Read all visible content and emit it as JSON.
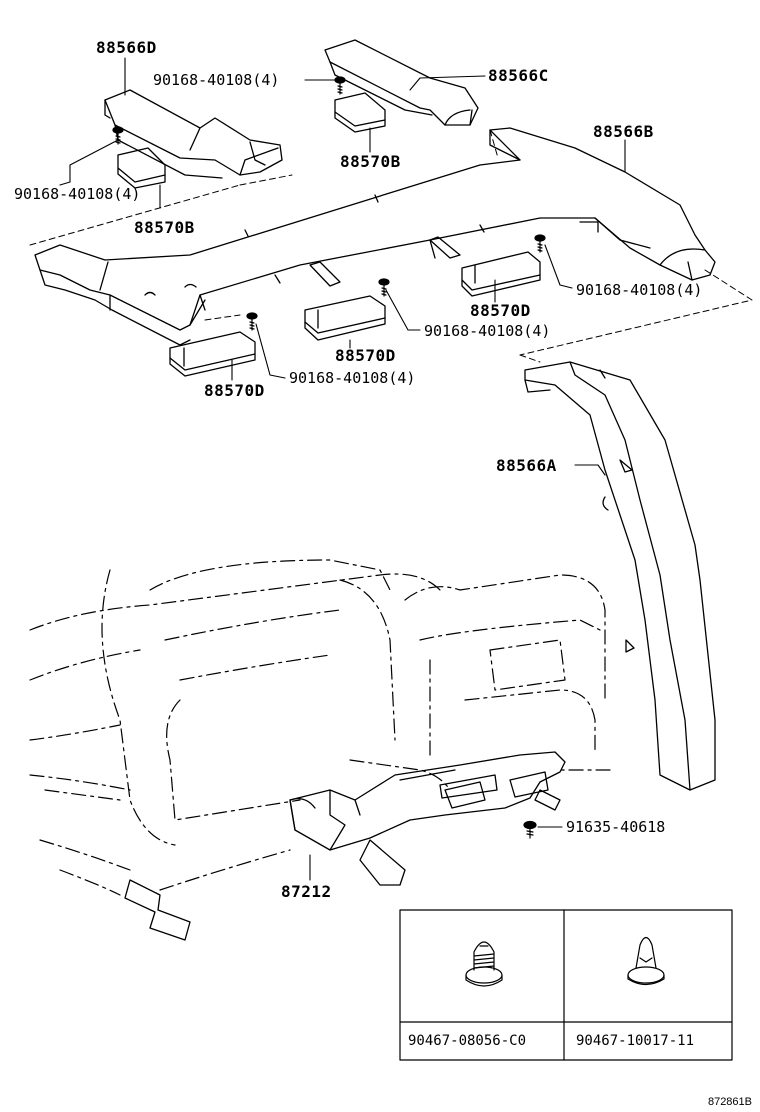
{
  "parts": {
    "p88566D": "88566D",
    "p88566C": "88566C",
    "p88566B": "88566B",
    "p88566A": "88566A",
    "p88570B_top": "88570B",
    "p88570B_left": "88570B",
    "p88570D_right": "88570D",
    "p88570D_mid": "88570D",
    "p88570D_left": "88570D",
    "p87212": "87212",
    "p91635": "91635-40618"
  },
  "screws": {
    "s_top": "90168-40108(4)",
    "s_left": "90168-40108(4)",
    "s_right": "90168-40108(4)",
    "s_mid": "90168-40108(4)",
    "s_low": "90168-40108(4)"
  },
  "table": {
    "clip1": "90467-08056-C0",
    "clip2": "90467-10017-11"
  },
  "reference": "872861B"
}
